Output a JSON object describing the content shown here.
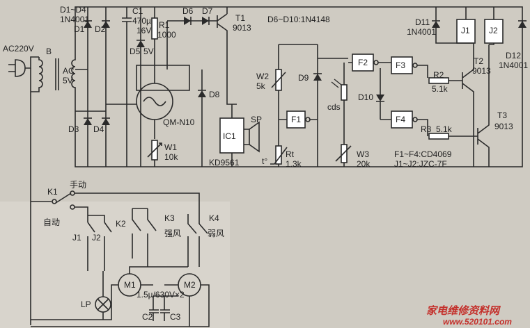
{
  "labels": {
    "d1d4": "D1~D4",
    "d1d4_part": "1N4001",
    "d1": "D1",
    "d2": "D2",
    "d3": "D3",
    "d4": "D4",
    "c1": "C1",
    "c1_val": "470µ",
    "c1_v": "16V",
    "r1": "R1",
    "r1_val": "1000",
    "d5": "D5",
    "d5_val": "5V",
    "d6": "D6",
    "d7": "D7",
    "t1": "T1",
    "t1_part": "9013",
    "d6d10": "D6~D10:1N4148",
    "ac220": "AC220V",
    "b": "B",
    "ac5": "AC",
    "ac5v": "5V",
    "d8": "D8",
    "qm": "QM-N10",
    "w1": "W1",
    "w1_val": "10k",
    "ic1": "IC1",
    "ic1_part": "KD9561",
    "sp": "SP",
    "w2": "W2",
    "w2_val": "5k",
    "d9": "D9",
    "f1": "F1",
    "f2": "F2",
    "f3": "F3",
    "f4": "F4",
    "rt": "Rt",
    "rt_val": "1.3k",
    "cds": "cds",
    "d10": "D10",
    "w3": "W3",
    "w3_val": "20k",
    "r2": "R2",
    "r2_val": "5.1k",
    "r3": "R3",
    "r3_val": "5.1k",
    "t2": "T2",
    "t2_part": "9013",
    "t3": "T3",
    "t3_part": "9013",
    "d11": "D11",
    "d11_part": "1N4001",
    "d12": "D12",
    "d12_part": "1N4001",
    "j1": "J1",
    "j2": "J2",
    "f_note": "F1~F4:CD4069",
    "j_note": "J1~J2:JZC-7F",
    "k1": "K1",
    "k2": "K2",
    "k3": "K3",
    "k4": "K4",
    "manual": "手动",
    "auto": "自动",
    "strong": "强风",
    "weak": "弱风",
    "jc1": "J1",
    "jc2": "J2",
    "m1": "M1",
    "m2": "M2",
    "cap_val": "1.5µ/630V×2",
    "c2": "C2",
    "c3": "C3",
    "lp": "LP",
    "t_mark": "t°"
  },
  "watermark": {
    "title": "家电维修资料网",
    "url": "www.520101.com"
  },
  "colors": {
    "ink": "#2a2a2a",
    "paper": "#cfcbc2",
    "watermark": "#c4302b"
  }
}
